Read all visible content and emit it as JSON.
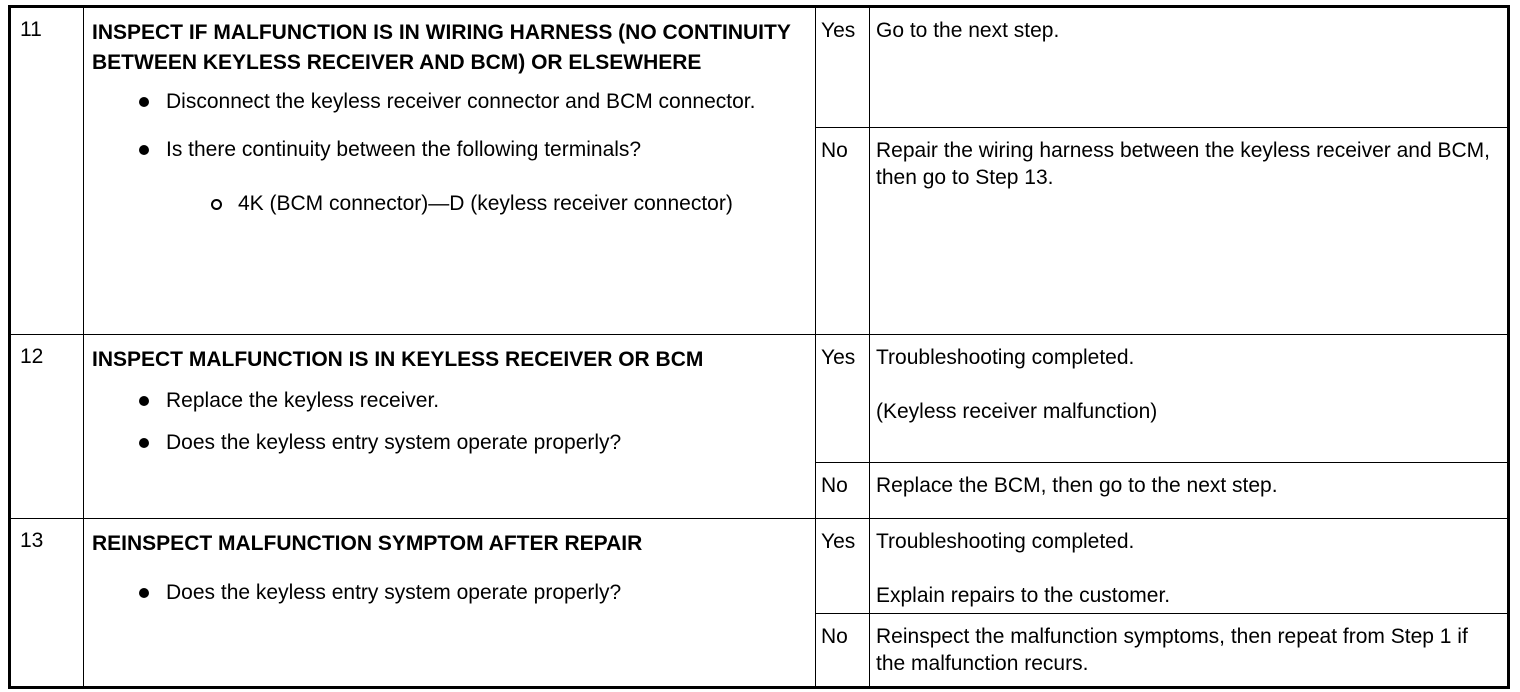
{
  "steps": [
    {
      "number": "11",
      "title": "INSPECT IF MALFUNCTION IS IN WIRING HARNESS (NO CONTINUITY BETWEEN KEYLESS RECEIVER AND BCM) OR ELSEWHERE",
      "bullets": [
        "Disconnect the keyless receiver connector and BCM connector.",
        "Is there continuity between the following terminals?"
      ],
      "sub_bullets": [
        "4K (BCM connector)—D (keyless receiver connector)"
      ],
      "yes_label": "Yes",
      "yes_action": [
        "Go to the next step."
      ],
      "no_label": "No",
      "no_action": [
        "Repair the wiring harness between the keyless receiver and BCM, then go to Step 13."
      ]
    },
    {
      "number": "12",
      "title": "INSPECT MALFUNCTION IS IN KEYLESS RECEIVER OR BCM",
      "bullets": [
        "Replace the keyless receiver.",
        "Does the keyless entry system operate properly?"
      ],
      "yes_label": "Yes",
      "yes_action": [
        "Troubleshooting completed.",
        "(Keyless receiver malfunction)"
      ],
      "no_label": "No",
      "no_action": [
        "Replace the BCM, then go to the next step."
      ]
    },
    {
      "number": "13",
      "title": "REINSPECT MALFUNCTION SYMPTOM AFTER REPAIR",
      "bullets": [
        "Does the keyless entry system operate properly?"
      ],
      "yes_label": "Yes",
      "yes_action": [
        "Troubleshooting completed.",
        "Explain repairs to the customer."
      ],
      "no_label": "No",
      "no_action": [
        "Reinspect the malfunction symptoms, then repeat from Step 1 if the malfunction recurs."
      ]
    }
  ]
}
